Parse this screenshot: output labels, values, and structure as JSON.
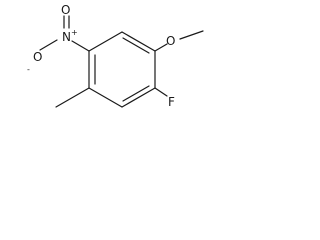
{
  "structure": {
    "atoms": {
      "nitro_n": "N",
      "nitro_n_charge": "+",
      "nitro_o_double": "O",
      "nitro_o_single": "O",
      "nitro_o_single_charge": "-",
      "methoxy_o": "O",
      "fluoro_f": "F"
    }
  }
}
